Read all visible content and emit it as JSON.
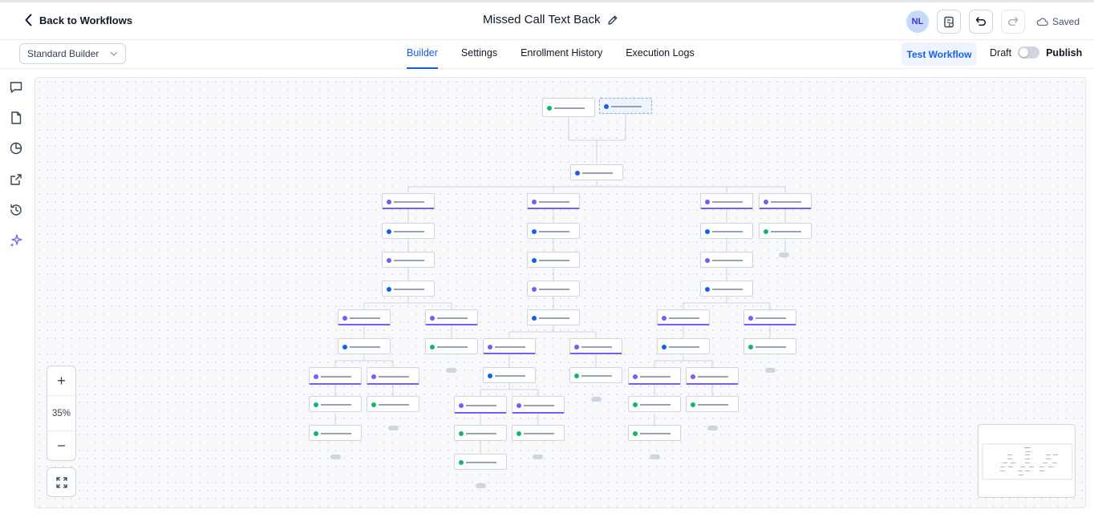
{
  "header": {
    "back_label": "Back to Workflows",
    "title": "Missed Call Text Back",
    "avatar_initials": "NL",
    "status": "Saved"
  },
  "subheader": {
    "builder_mode": "Standard Builder",
    "tabs": [
      {
        "label": "Builder",
        "active": true
      },
      {
        "label": "Settings",
        "active": false
      },
      {
        "label": "Enrollment History",
        "active": false
      },
      {
        "label": "Execution Logs",
        "active": false
      }
    ],
    "test_button": "Test Workflow",
    "draft_label": "Draft",
    "publish_label": "Publish",
    "published": false
  },
  "left_rail": {
    "icons": [
      "chat-icon",
      "document-icon",
      "pie-chart-icon",
      "external-link-icon",
      "history-icon",
      "sparkles-icon"
    ]
  },
  "canvas": {
    "zoom": "35%",
    "zoom_in_label": "+",
    "zoom_out_label": "−"
  },
  "colors": {
    "accent": "#155eef",
    "branch": "#7a5af8",
    "node_border": "#d0d5dd"
  }
}
